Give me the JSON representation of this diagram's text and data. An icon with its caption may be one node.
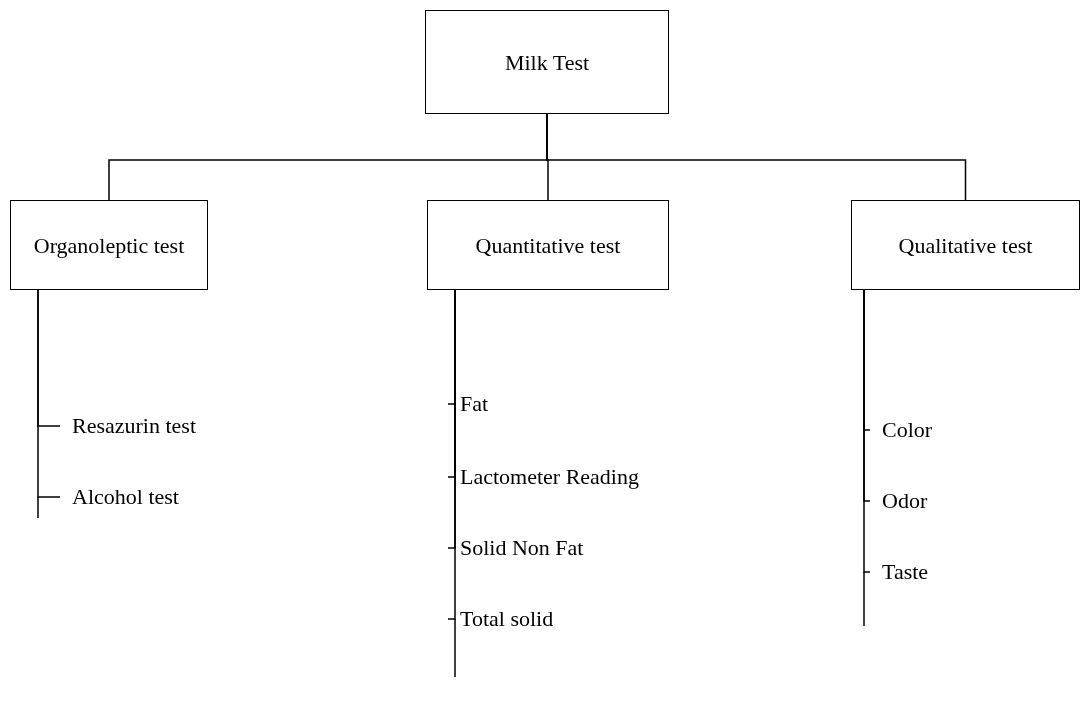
{
  "diagram": {
    "nodes": [
      {
        "text": [
          "Milk Test"
        ]
      },
      {
        "text": [
          "Organoleptic test"
        ]
      },
      {
        "text": [
          "Resazurin test"
        ]
      },
      {
        "text": [
          "Alcohol test"
        ]
      },
      {
        "text": [
          "Quantitative test"
        ]
      },
      {
        "text": [
          "Fat"
        ]
      },
      {
        "text": [
          "Lactometer Reading"
        ]
      },
      {
        "text": [
          "Solid Non Fat"
        ]
      },
      {
        "text": [
          "Total solid"
        ]
      },
      {
        "text": [
          "Qualitative test"
        ]
      },
      {
        "text": [
          "Color"
        ]
      },
      {
        "text": [
          "Odor"
        ]
      },
      {
        "text": [
          "Taste"
        ]
      }
    ],
    "edges": [
      {
        "from": 0,
        "to": 1,
        "arrow": "none"
      },
      {
        "from": 0,
        "to": 4,
        "arrow": "none"
      },
      {
        "from": 0,
        "to": 9,
        "arrow": "none"
      },
      {
        "from": 1,
        "to": 2,
        "arrow": "none"
      },
      {
        "from": 1,
        "to": 3,
        "arrow": "none"
      },
      {
        "from": 4,
        "to": 5,
        "arrow": "none"
      },
      {
        "from": 4,
        "to": 6,
        "arrow": "none"
      },
      {
        "from": 4,
        "to": 7,
        "arrow": "none"
      },
      {
        "from": 4,
        "to": 8,
        "arrow": "none"
      },
      {
        "from": 9,
        "to": 10,
        "arrow": "none"
      },
      {
        "from": 9,
        "to": 11,
        "arrow": "none"
      },
      {
        "from": 9,
        "to": 12,
        "arrow": "none"
      }
    ]
  }
}
